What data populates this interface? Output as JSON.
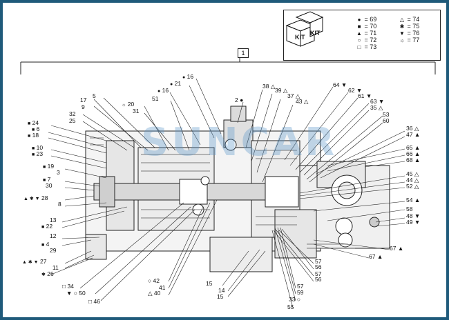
{
  "legend": {
    "kit_label": "KIT",
    "items": [
      {
        "marker": "●",
        "num": "69"
      },
      {
        "marker": "■",
        "num": "70"
      },
      {
        "marker": "▲",
        "num": "71"
      },
      {
        "marker": "○",
        "num": "72"
      },
      {
        "marker": "□",
        "num": "73"
      },
      {
        "marker": "△",
        "num": "74"
      },
      {
        "marker": "✱",
        "num": "75"
      },
      {
        "marker": "▼",
        "num": "76"
      },
      {
        "marker": "☼",
        "num": "77"
      }
    ]
  },
  "assembly_ref": "1",
  "watermark": "SUNCAR",
  "callouts_left": [
    {
      "m": "■",
      "n": "24"
    },
    {
      "m": "■",
      "n": "6"
    },
    {
      "m": "■",
      "n": "18"
    },
    {
      "m": "■",
      "n": "10"
    },
    {
      "m": "■",
      "n": "23"
    },
    {
      "m": "■",
      "n": "19"
    },
    {
      "m": "",
      "n": "3"
    },
    {
      "m": "■",
      "n": "7"
    },
    {
      "m": "",
      "n": "30"
    },
    {
      "m": "▲ ✱ ▼",
      "n": "28"
    },
    {
      "m": "",
      "n": "8"
    },
    {
      "m": "",
      "n": "13"
    },
    {
      "m": "■",
      "n": "22"
    },
    {
      "m": "",
      "n": "12"
    },
    {
      "m": "■",
      "n": "4"
    },
    {
      "m": "",
      "n": "29"
    },
    {
      "m": "▲ ✱ ▼",
      "n": "27"
    },
    {
      "m": "",
      "n": "11"
    },
    {
      "m": "✱",
      "n": "26"
    }
  ],
  "callouts_top": [
    {
      "m": "",
      "n": "17"
    },
    {
      "m": "",
      "n": "9"
    },
    {
      "m": "",
      "n": "5"
    },
    {
      "m": "",
      "n": "32"
    },
    {
      "m": "",
      "n": "25"
    },
    {
      "m": "☼",
      "n": "20"
    },
    {
      "m": "",
      "n": "31"
    },
    {
      "m": "",
      "n": "51"
    },
    {
      "m": "●",
      "n": "16"
    },
    {
      "m": "●",
      "n": "21"
    },
    {
      "m": "●",
      "n": "16"
    },
    {
      "m": "",
      "n": "2 ●"
    },
    {
      "m": "",
      "n": "38 △"
    },
    {
      "m": "",
      "n": "39 △"
    },
    {
      "m": "",
      "n": "37 △"
    },
    {
      "m": "",
      "n": "43 △"
    }
  ],
  "callouts_right": [
    {
      "m": "",
      "n": "64 ▼"
    },
    {
      "m": "",
      "n": "62 ▼"
    },
    {
      "m": "",
      "n": "61 ▼"
    },
    {
      "m": "",
      "n": "63 ▼"
    },
    {
      "m": "",
      "n": "35 △"
    },
    {
      "m": "",
      "n": "53"
    },
    {
      "m": "",
      "n": "60"
    },
    {
      "m": "",
      "n": "36 △"
    },
    {
      "m": "",
      "n": "47 ▲"
    },
    {
      "m": "",
      "n": "65 ▲"
    },
    {
      "m": "",
      "n": "66 ▲"
    },
    {
      "m": "",
      "n": "68 ▲"
    },
    {
      "m": "",
      "n": "45 △"
    },
    {
      "m": "",
      "n": "44 △"
    },
    {
      "m": "",
      "n": "52 △"
    },
    {
      "m": "",
      "n": "54 ▲"
    },
    {
      "m": "",
      "n": "58"
    },
    {
      "m": "",
      "n": "48 ▼"
    },
    {
      "m": "",
      "n": "49 ▼"
    },
    {
      "m": "",
      "n": "67 ▲"
    },
    {
      "m": "",
      "n": "67 ▲"
    }
  ],
  "callouts_bottom": [
    {
      "n": "□ 34"
    },
    {
      "n": "▼ ○ 50"
    },
    {
      "n": "□ 46"
    },
    {
      "n": "○ 42"
    },
    {
      "n": "41"
    },
    {
      "n": "△ 40"
    },
    {
      "n": "15"
    },
    {
      "n": "14"
    },
    {
      "n": "15"
    },
    {
      "n": "57"
    },
    {
      "n": "56"
    },
    {
      "n": "57"
    },
    {
      "n": "56"
    },
    {
      "n": "57"
    },
    {
      "n": "59"
    },
    {
      "n": "33 ○"
    },
    {
      "n": "55"
    }
  ]
}
